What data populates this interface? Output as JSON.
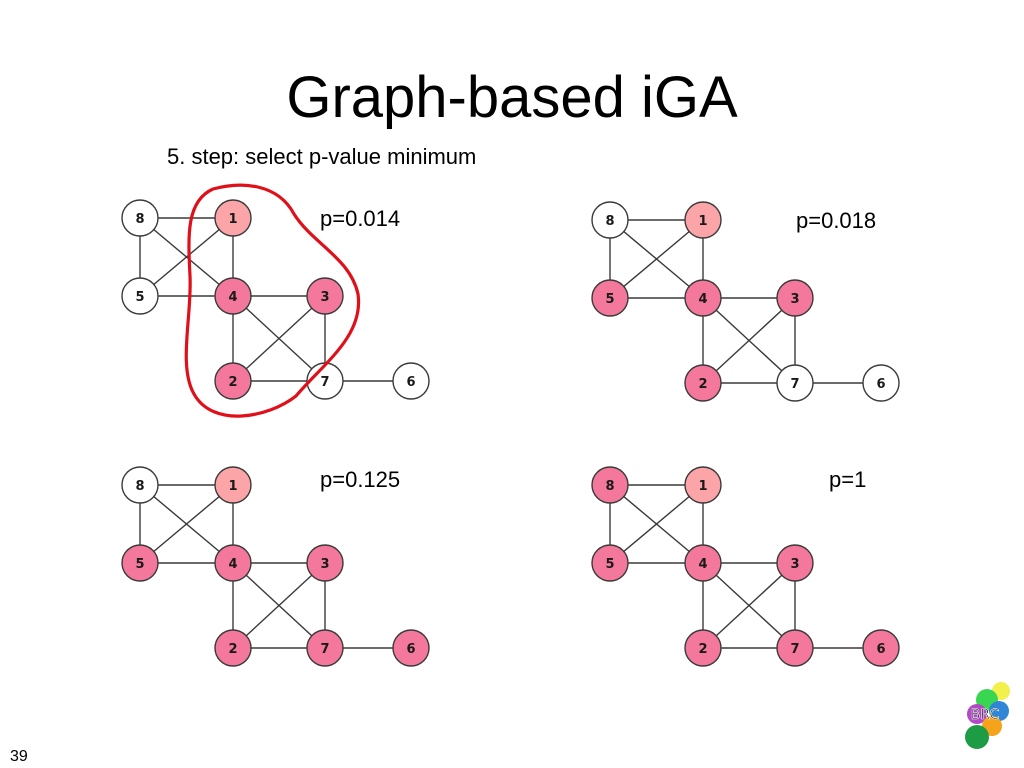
{
  "slide": {
    "title": "Graph-based iGA",
    "subtitle": "5. step: select p-value minimum",
    "page_number": "39",
    "logo_text": "BRC"
  },
  "colors": {
    "selected": "#f4789c",
    "start": "#fca5a8",
    "unselected": "#ffffff",
    "stroke": "#3a3a3a",
    "highlight": "#e0101a"
  },
  "graph": {
    "edges": [
      [
        "8",
        "1"
      ],
      [
        "8",
        "5"
      ],
      [
        "8",
        "4"
      ],
      [
        "1",
        "5"
      ],
      [
        "1",
        "4"
      ],
      [
        "5",
        "4"
      ],
      [
        "4",
        "3"
      ],
      [
        "4",
        "2"
      ],
      [
        "4",
        "7"
      ],
      [
        "3",
        "2"
      ],
      [
        "3",
        "7"
      ],
      [
        "2",
        "7"
      ],
      [
        "7",
        "6"
      ]
    ]
  },
  "panels": [
    {
      "id": "a",
      "pvalue": "p=0.014",
      "highlighted": true,
      "nodes": {
        "1": "start",
        "2": "selected",
        "3": "selected",
        "4": "selected",
        "5": "unselected",
        "6": "unselected",
        "7": "unselected",
        "8": "unselected"
      }
    },
    {
      "id": "b",
      "pvalue": "p=0.018",
      "highlighted": false,
      "nodes": {
        "1": "start",
        "2": "selected",
        "3": "selected",
        "4": "selected",
        "5": "selected",
        "6": "unselected",
        "7": "unselected",
        "8": "unselected"
      }
    },
    {
      "id": "c",
      "pvalue": "p=0.125",
      "highlighted": false,
      "nodes": {
        "1": "start",
        "2": "selected",
        "3": "selected",
        "4": "selected",
        "5": "selected",
        "6": "selected",
        "7": "selected",
        "8": "unselected"
      }
    },
    {
      "id": "d",
      "pvalue": "p=1",
      "highlighted": false,
      "nodes": {
        "1": "start",
        "2": "selected",
        "3": "selected",
        "4": "selected",
        "5": "selected",
        "6": "selected",
        "7": "selected",
        "8": "selected"
      }
    }
  ]
}
